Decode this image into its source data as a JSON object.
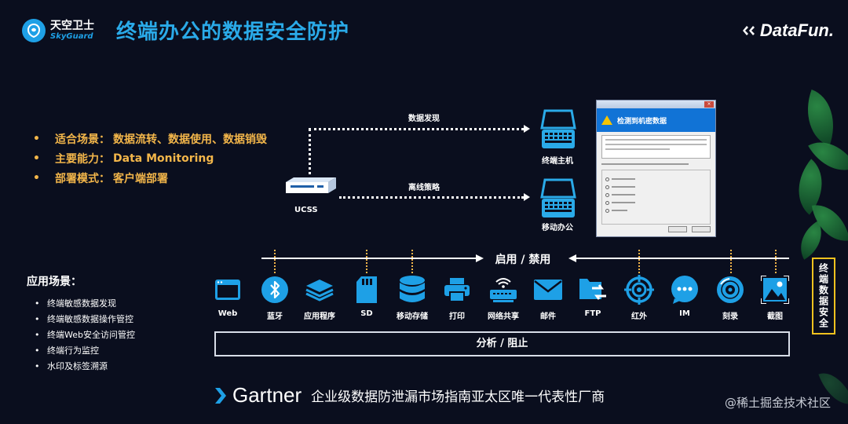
{
  "header": {
    "logo_cn": "天空卫士",
    "logo_en": "SkyGuard",
    "title": "终端办公的数据安全防护",
    "brand": "DataFun."
  },
  "bullets": [
    {
      "key": "适合场景：",
      "value": "数据流转、数据使用、数据销毁"
    },
    {
      "key": "主要能力：",
      "value": "Data Monitoring"
    },
    {
      "key": "部署模式：",
      "value": "客户端部署"
    }
  ],
  "diagram": {
    "center_label": "UCSS",
    "flow_top_label": "数据发现",
    "flow_bottom_label": "离线策略",
    "device_top_label": "终端主机",
    "device_bottom_label": "移动办公",
    "dialog_title": "检测到机密数据"
  },
  "band": {
    "label": "启用 / 禁用",
    "analysis": "分析 / 阻止",
    "side_tag": "终端数据安全"
  },
  "channels": [
    {
      "label": "Web",
      "icon": "browser-window-icon"
    },
    {
      "label": "蓝牙",
      "icon": "bluetooth-icon"
    },
    {
      "label": "应用程序",
      "icon": "stacked-layers-icon"
    },
    {
      "label": "SD",
      "icon": "sd-card-icon"
    },
    {
      "label": "移动存储",
      "icon": "database-icon"
    },
    {
      "label": "打印",
      "icon": "printer-icon"
    },
    {
      "label": "网络共享",
      "icon": "network-share-icon"
    },
    {
      "label": "邮件",
      "icon": "mail-icon"
    },
    {
      "label": "FTP",
      "icon": "ftp-transfer-icon"
    },
    {
      "label": "红外",
      "icon": "infrared-target-icon"
    },
    {
      "label": "IM",
      "icon": "chat-bubble-icon"
    },
    {
      "label": "刻录",
      "icon": "disc-burn-icon"
    },
    {
      "label": "截图",
      "icon": "screenshot-icon"
    }
  ],
  "scenarios": {
    "title": "应用场景：",
    "items": [
      "终端敏感数据发现",
      "终端敏感数据操作管控",
      "终端Web安全访问管控",
      "终端行为监控",
      "水印及标签溯源"
    ]
  },
  "footer": {
    "gartner": "Gartner",
    "gartner_text": "企业级数据防泄漏市场指南亚太区唯一代表性厂商",
    "watermark": "@稀土掘金技术社区"
  },
  "colors": {
    "background": "#0a0e1e",
    "title": "#2aaae8",
    "accent_orange": "#f3b64a",
    "icon_blue": "#1ea0e6",
    "tag_yellow": "#f3c21f"
  }
}
